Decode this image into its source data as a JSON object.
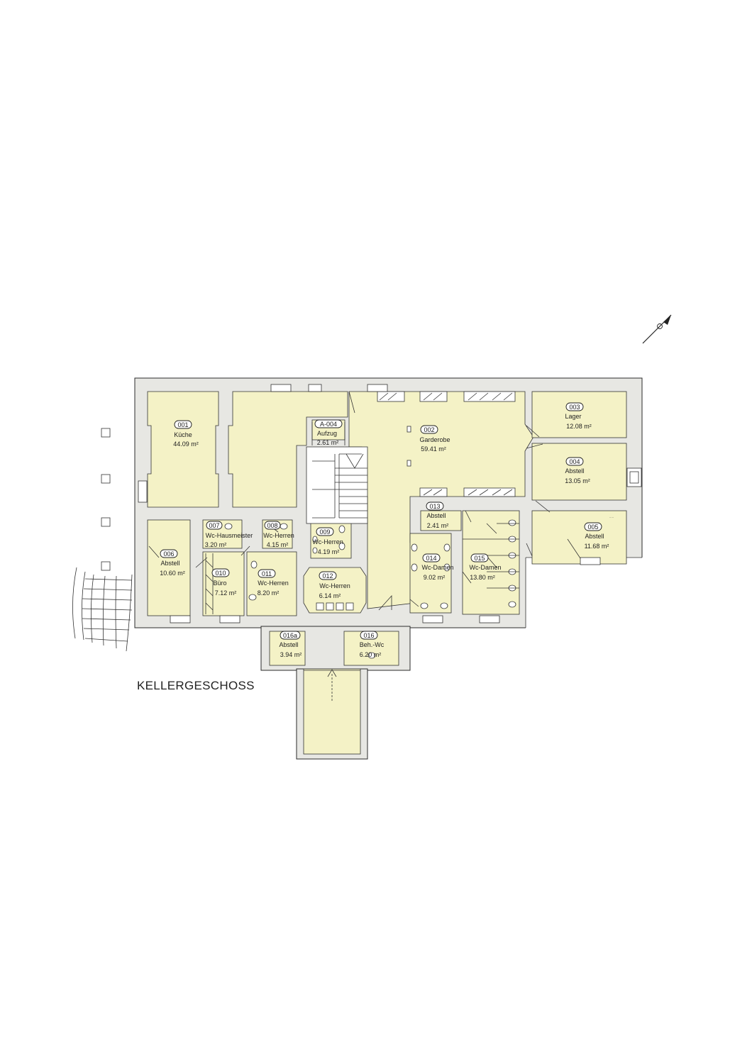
{
  "floor_title": "KELLERGESCHOSS",
  "rooms": [
    {
      "id": "001",
      "name": "Küche",
      "area": "44.09 m²"
    },
    {
      "id": "002",
      "name": "Garderobe",
      "area": "59.41 m²"
    },
    {
      "id": "003",
      "name": "Lager",
      "area": "12.08 m²"
    },
    {
      "id": "004",
      "name": "Abstell",
      "area": "13.05 m²"
    },
    {
      "id": "005",
      "name": "Abstell",
      "area": "11.68 m²"
    },
    {
      "id": "006",
      "name": "Abstell",
      "area": "10.60 m²"
    },
    {
      "id": "007",
      "name": "Wc-Hausmeister",
      "area": "3.20 m²"
    },
    {
      "id": "008",
      "name": "Wc-Herren",
      "area": "4.15 m²"
    },
    {
      "id": "009",
      "name": "Wc-Herren",
      "area": "4.19 m²"
    },
    {
      "id": "010",
      "name": "Büro",
      "area": "7.12 m²"
    },
    {
      "id": "011",
      "name": "Wc-Herren",
      "area": "8.20 m²"
    },
    {
      "id": "012",
      "name": "Wc-Herren",
      "area": "6.14 m²"
    },
    {
      "id": "013",
      "name": "Abstell",
      "area": "2.41 m²"
    },
    {
      "id": "014",
      "name": "Wc-Damen",
      "area": "9.02 m²"
    },
    {
      "id": "015",
      "name": "Wc-Damen",
      "area": "13.80 m²"
    },
    {
      "id": "016",
      "name": "Beh.-Wc",
      "area": "6.20 m²"
    },
    {
      "id": "016a",
      "name": "Abstell",
      "area": "3.94 m²"
    },
    {
      "id": "A-004",
      "name": "Aufzug",
      "area": "2.61 m²"
    }
  ],
  "icons": {
    "north": "north-arrow-icon"
  },
  "colors": {
    "room_fill": "#f4f2c6",
    "wall_fill": "#e7e7e3",
    "line": "#333333"
  }
}
